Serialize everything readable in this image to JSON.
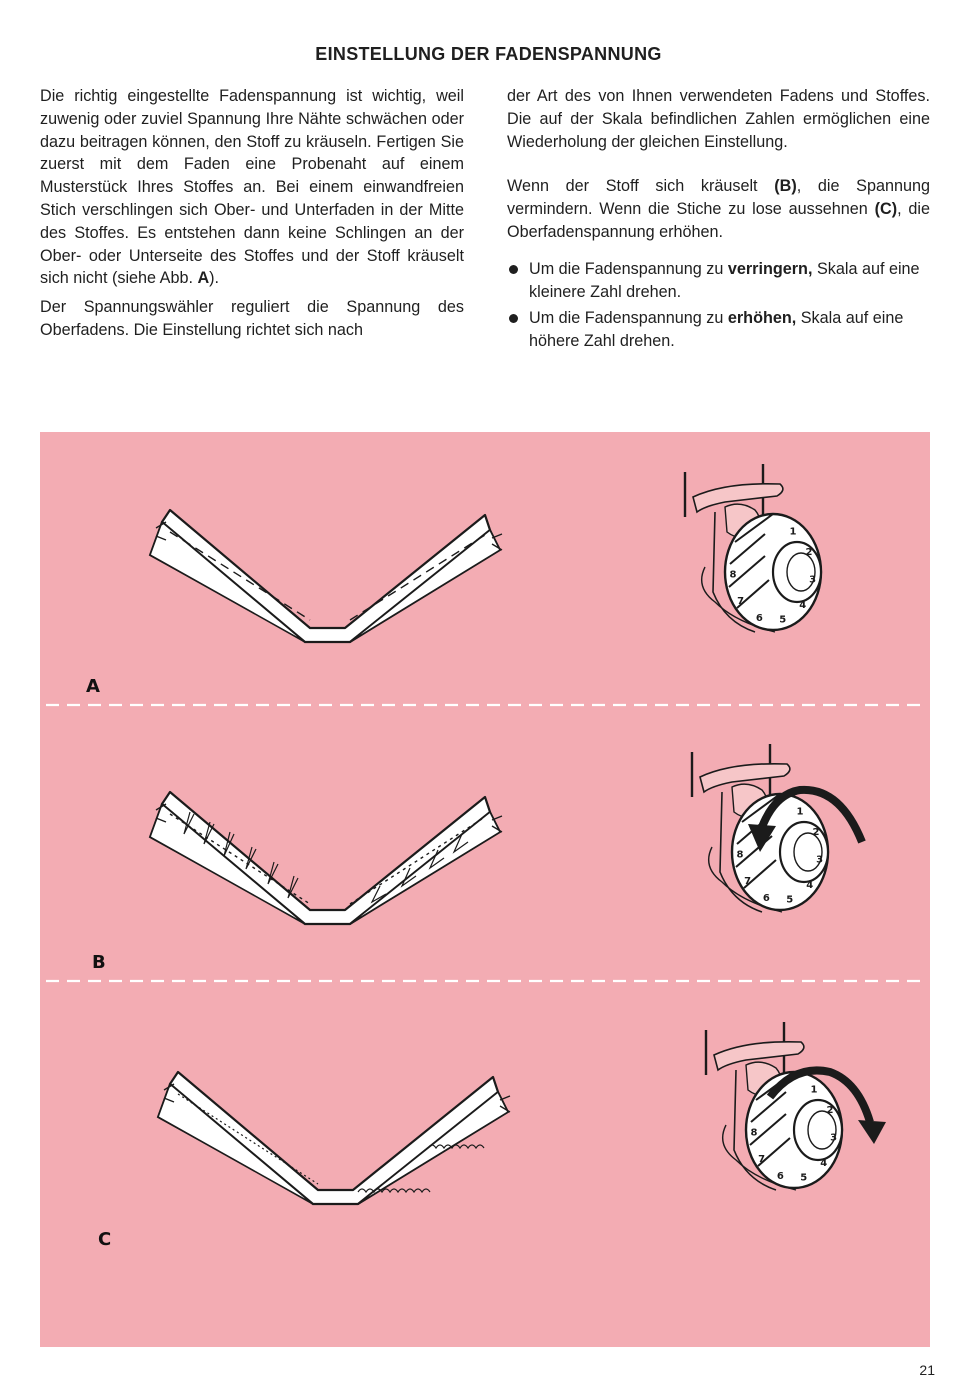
{
  "page": {
    "title": "EINSTELLUNG DER FADENSPANNUNG",
    "page_number": "21"
  },
  "left_column": {
    "p1_a": "Die richtig eingestellte Fadenspannung ist wichtig, weil zuwenig oder zuviel Spannung Ihre Nähte schwächen oder dazu beitragen können, den Stoff zu kräuseln. Fertigen Sie zuerst mit dem Faden eine Probenaht auf einem Musterstück Ihres Stoffes an. Bei einem einwandfreien Stich verschlingen sich Ober- und Unterfaden in der Mitte des Stoffes. Es entstehen dann keine Schlingen an der Ober- oder Unterseite des Stoffes und der Stoff kräuselt sich nicht (siehe Abb. ",
    "p1_ref": "A",
    "p1_b": ").",
    "p2": "Der Spannungswähler reguliert die Spannung des Oberfadens. Die Einstellung richtet sich nach"
  },
  "right_column": {
    "p1": "der Art des von Ihnen verwendeten Fadens und Stoffes. Die auf der Skala befindlichen Zahlen ermöglichen eine Wiederholung der gleichen Einstellung.",
    "p2_a": "Wenn der Stoff sich kräuselt ",
    "p2_ref_b": "(B)",
    "p2_b": ", die Spannung vermindern. Wenn die Stiche zu lose aussehnen ",
    "p2_ref_c": "(C)",
    "p2_c": ", die Oberfadenspannung erhöhen.",
    "bullets": [
      {
        "pre": "Um die Fadenspannung zu ",
        "bold": "verringern,",
        "post": " Skala auf eine kleinere Zahl drehen."
      },
      {
        "pre": "Um die Fadenspannung zu ",
        "bold": "erhöhen,",
        "post": " Skala auf eine höhere Zahl drehen."
      }
    ]
  },
  "figure": {
    "background_color": "#f3acb3",
    "panels": [
      {
        "label": "A",
        "dial_numbers": [
          "1",
          "2",
          "3",
          "4",
          "5",
          "6",
          "7",
          "8"
        ]
      },
      {
        "label": "B",
        "dial_numbers": [
          "1",
          "2",
          "3",
          "4",
          "5",
          "6",
          "7",
          "8"
        ]
      },
      {
        "label": "C",
        "dial_numbers": [
          "1",
          "2",
          "3",
          "4",
          "5",
          "6",
          "7",
          "8"
        ]
      }
    ]
  }
}
